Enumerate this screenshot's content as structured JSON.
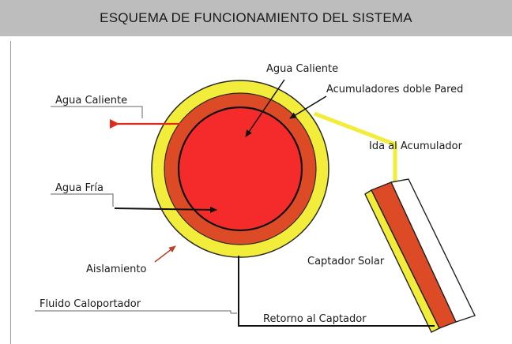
{
  "title": "ESQUEMA DE FUNCIONAMIENTO DEL SISTEMA",
  "labels": {
    "agua_caliente_top": "Agua Caliente",
    "acumuladores": "Acumuladores doble Pared",
    "agua_caliente_left": "Agua Caliente",
    "ida": "Ida al Acumulador",
    "agua_fria": "Agua Fría",
    "aislamiento": "Aislamiento",
    "captador": "Captador Solar",
    "fluido": "Fluido Caloportador",
    "retorno": "Retorno al Captador"
  },
  "colors": {
    "insulation": "#f2ec3a",
    "outer_wall": "#dc4a26",
    "inner_tank": "#f52b2b",
    "hot_arrow": "#e02a1e",
    "annotation_arrow": "#b8442a",
    "header_bg": "#bdbdbd"
  }
}
